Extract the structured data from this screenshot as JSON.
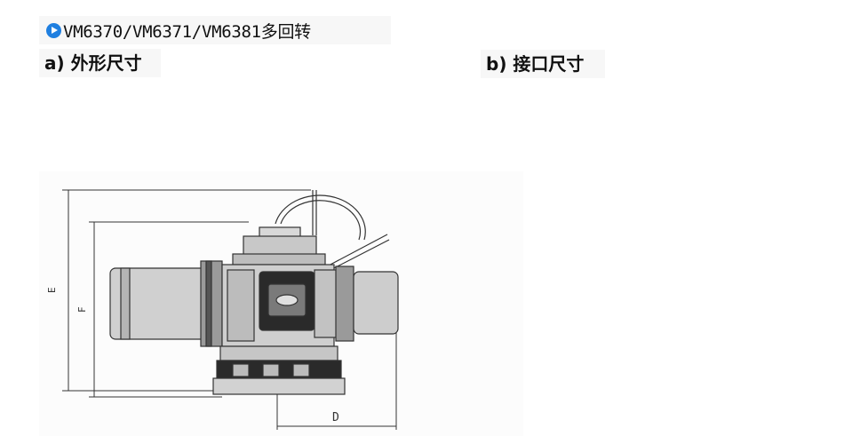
{
  "header": {
    "icon": "play-circle-icon",
    "title": "VM6370/VM6371/VM6381多回转"
  },
  "sections": {
    "a_label": "a) 外形尺寸",
    "b_label": "b) 接口尺寸"
  },
  "drawing": {
    "dimension_labels": {
      "e": "E",
      "f": "F",
      "d": "D"
    }
  },
  "colors": {
    "icon_blue": "#1f7fe0",
    "line": "#333333",
    "body_fill": "#cfcfcf",
    "dark_fill": "#2a2a2a"
  }
}
